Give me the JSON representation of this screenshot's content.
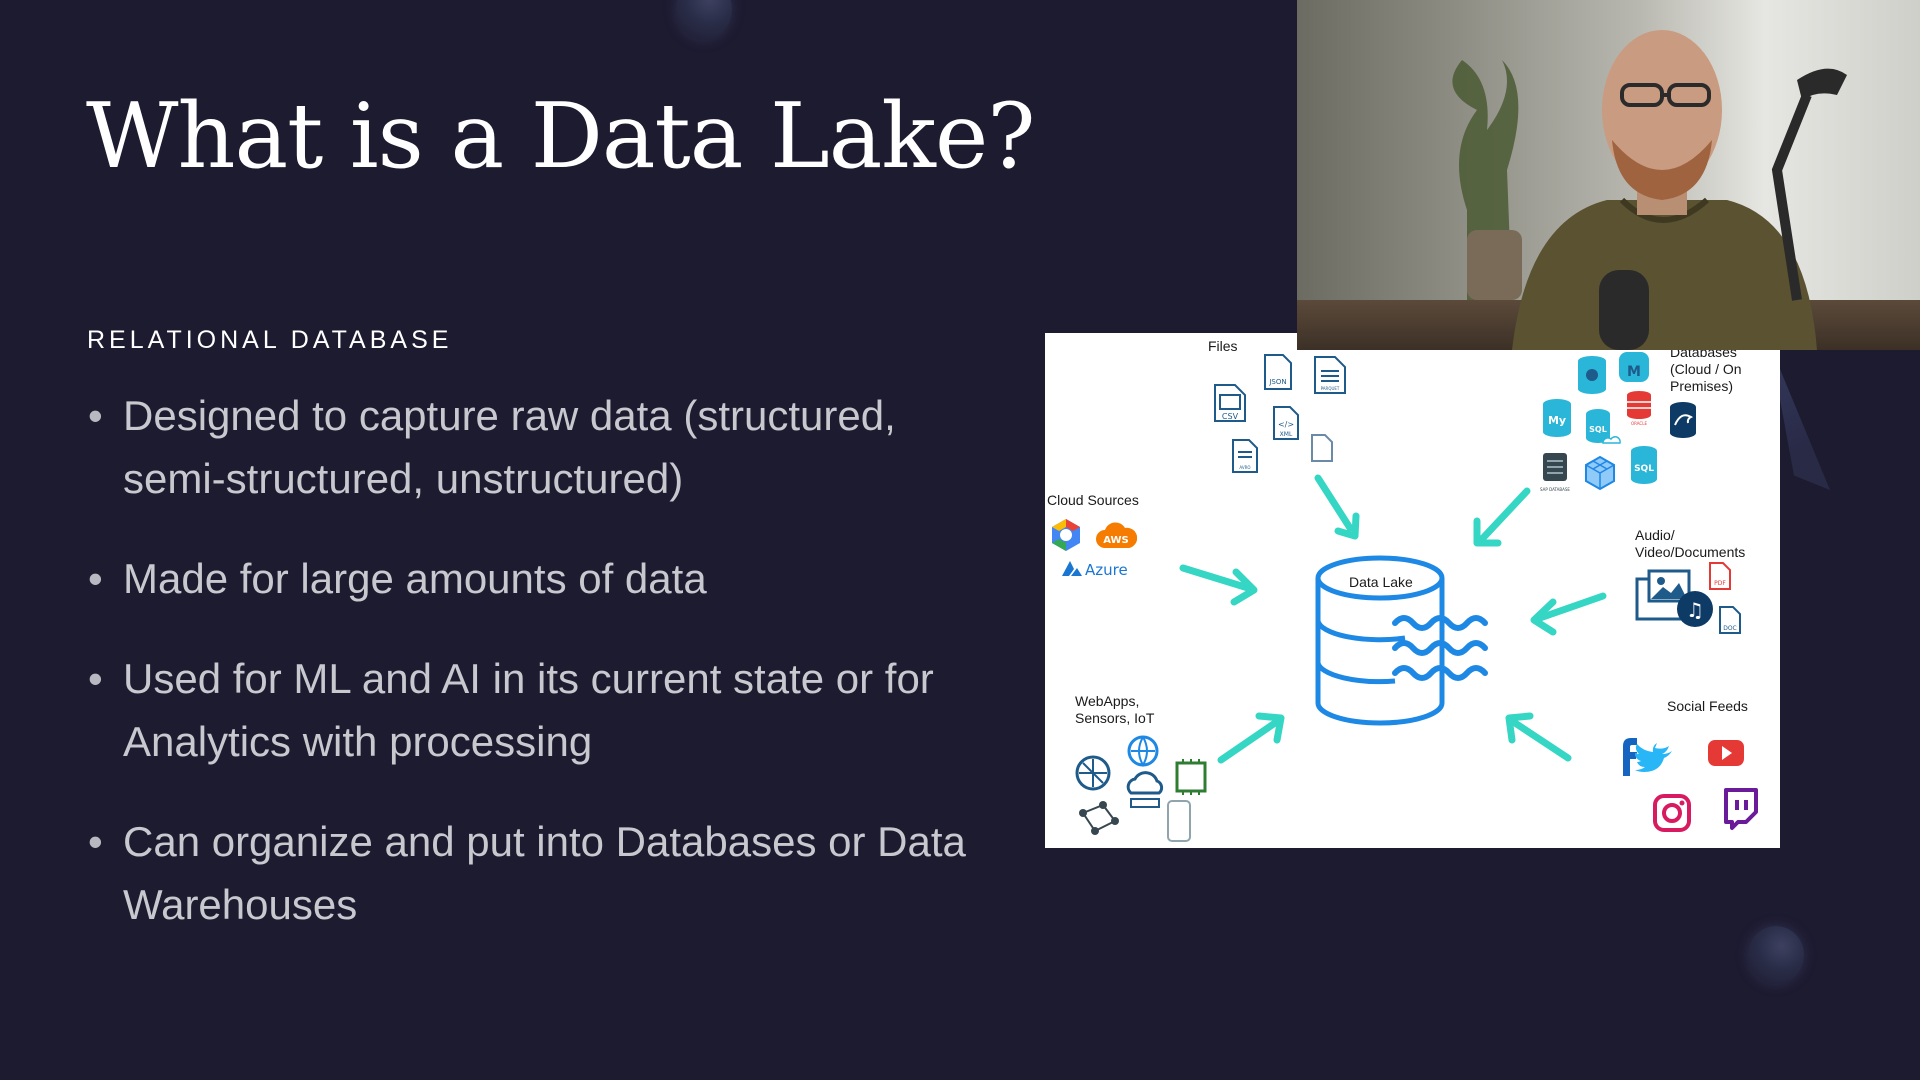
{
  "slide": {
    "title": "What is a Data Lake?",
    "subtitle": "RELATIONAL DATABASE",
    "bullets": [
      {
        "bullet": "•",
        "text": "Designed to capture raw data (structured, semi-structured, unstructured)"
      },
      {
        "bullet": "•",
        "text": "Made for large amounts of data"
      },
      {
        "bullet": "•",
        "text": "Used for ML and AI in its current state or for Analytics with processing"
      },
      {
        "bullet": "•",
        "text": "Can organize and put into Databases or Data Warehouses"
      }
    ]
  },
  "diagram": {
    "center_label": "Data Lake",
    "files_label": "Files",
    "databases_label": "Databases (Cloud / On Premises)",
    "cloud_sources_label": "Cloud Sources",
    "audio_label": "Audio/ Video/Documents",
    "webapps_label": "WebApps, Sensors, IoT",
    "social_label": "Social Feeds",
    "file_types": [
      "JSON",
      "CSV",
      "XML",
      "AVRO",
      "PARQUET"
    ],
    "cloud_providers": [
      "AWS",
      "Azure"
    ],
    "db_badges": [
      "My",
      "SQL",
      "SQL",
      "M",
      "ORACLE",
      "SAP DATABASE"
    ],
    "doc_badges": [
      "PDF",
      "DOC"
    ],
    "accent_color": "#35d6c4",
    "lake_color": "#1e88e5"
  },
  "presenter": {
    "feed": "webcam"
  }
}
